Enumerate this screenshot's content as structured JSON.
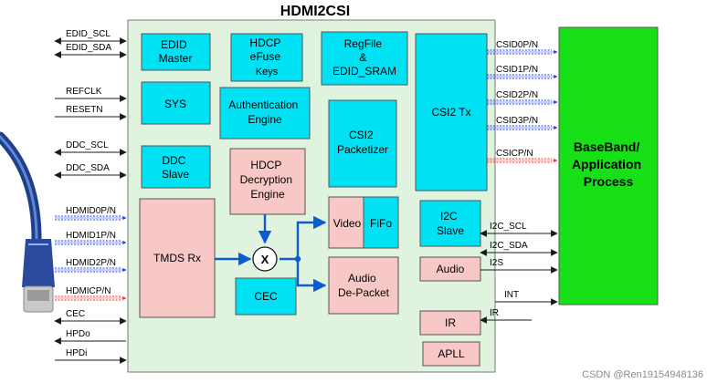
{
  "title": "HDMI2CSI",
  "colors": {
    "chip_bg": "#dff3df",
    "chip_border": "#7a7a7a",
    "cyan": "#00e1f4",
    "pink": "#f8c8c6",
    "green": "#17e017",
    "blue_signal": "#1a3cff",
    "red_signal": "#ff2a2a",
    "wire": "#1a1a1a",
    "flow": "#0a5bd6"
  },
  "blocks": {
    "edid_master": [
      "EDID",
      "Master"
    ],
    "hdcp_efuse": [
      "HDCP",
      "eFuse",
      "Keys"
    ],
    "regfile": [
      "RegFile",
      "&",
      "EDID_SRAM"
    ],
    "csi2_tx": [
      "CSI2 Tx"
    ],
    "sys": [
      "SYS"
    ],
    "auth_engine": [
      "Authentication",
      "Engine"
    ],
    "csi2_packetizer": [
      "CSI2",
      "Packetizer"
    ],
    "ddc_slave": [
      "DDC",
      "Slave"
    ],
    "hdcp_decrypt": [
      "HDCP",
      "Decryption",
      "Engine"
    ],
    "tmds_rx": [
      "TMDS Rx"
    ],
    "mixer": [
      "X"
    ],
    "video_fifo_left": [
      "Video"
    ],
    "video_fifo_right": [
      "FiFo"
    ],
    "i2c_slave": [
      "I2C",
      "Slave"
    ],
    "audio_depacket": [
      "Audio",
      "De-Packet"
    ],
    "audio": [
      "Audio"
    ],
    "cec": [
      "CEC"
    ],
    "ir": [
      "IR"
    ],
    "apll": [
      "APLL"
    ],
    "baseband": [
      "BaseBand/",
      "Application",
      "Process"
    ]
  },
  "left_signals": [
    {
      "label": "EDID_SCL",
      "kind": "bidir"
    },
    {
      "label": "EDID_SDA",
      "kind": "bidir"
    },
    {
      "label": "REFCLK",
      "kind": "in"
    },
    {
      "label": "RESETN",
      "kind": "in"
    },
    {
      "label": "DDC_SCL",
      "kind": "bidir"
    },
    {
      "label": "DDC_SDA",
      "kind": "bidir"
    },
    {
      "label": "HDMID0P/N",
      "kind": "diff"
    },
    {
      "label": "HDMID1P/N",
      "kind": "diff"
    },
    {
      "label": "HDMID2P/N",
      "kind": "diff"
    },
    {
      "label": "HDMICP/N",
      "kind": "diff-clock"
    },
    {
      "label": "CEC",
      "kind": "bidir"
    },
    {
      "label": "HPDo",
      "kind": "out"
    },
    {
      "label": "HPDi",
      "kind": "in"
    }
  ],
  "right_signals": [
    {
      "label": "CSID0P/N",
      "kind": "diff"
    },
    {
      "label": "CSID1P/N",
      "kind": "diff"
    },
    {
      "label": "CSID2P/N",
      "kind": "diff"
    },
    {
      "label": "CSID3P/N",
      "kind": "diff"
    },
    {
      "label": "CSICP/N",
      "kind": "diff-clock"
    },
    {
      "label": "I2C_SCL",
      "kind": "bidir"
    },
    {
      "label": "I2C_SDA",
      "kind": "bidir"
    },
    {
      "label": "I2S",
      "kind": "out"
    },
    {
      "label": "INT",
      "kind": "out"
    },
    {
      "label": "IR",
      "kind": "in"
    }
  ],
  "watermark": "CSDN @Ren19154948136"
}
